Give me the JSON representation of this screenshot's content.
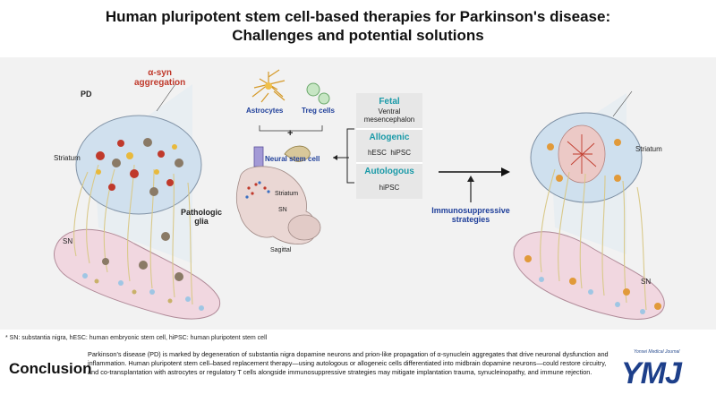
{
  "title": {
    "line1": "Human pluripotent stem cell-based therapies for Parkinson's disease:",
    "line2": "Challenges and potential solutions"
  },
  "diagram": {
    "pd_label": "PD",
    "alpha_syn": [
      "α-syn",
      "aggregation"
    ],
    "striatum_left": "Striatum",
    "pathologic_glia": [
      "Pathologic",
      "glia"
    ],
    "sn_left": "SN",
    "astrocytes": "Astrocytes",
    "treg": "Treg cells",
    "plus": "+",
    "neural_stem_cell": "Neural stem cell",
    "striatum_mid": "Striatum",
    "sn_mid": "SN",
    "sagittal": "Sagittal",
    "immuno": [
      "Immunosuppressive",
      "strategies"
    ],
    "striatum_right": "Striatum",
    "sn_right": "SN",
    "sources": {
      "fetal_head": "Fetal",
      "fetal_body": [
        "Ventral",
        "mesencephalon"
      ],
      "allogenic_head": "Allogenic",
      "allogenic_body": "hESC  hiPSC",
      "autologous_head": "Autologous",
      "autologous_body": "hiPSC"
    }
  },
  "colors": {
    "accent_red": "#c0392b",
    "accent_teal": "#1a9aa8",
    "accent_blue": "#1f3f9a",
    "striatum_fill": "#cfe0ee",
    "sn_fill": "#f1d7e0"
  },
  "footnote": "* SN: substantia nigra, hESC: human embryonic stem cell, hiPSC: human pluripotent stem cell",
  "conclusion": {
    "heading": "Conclusion",
    "text": "Parkinson's disease (PD) is marked by degeneration of substantia nigra dopamine neurons and prion-like propagation of α-synuclein aggregates that drive neuronal dysfunction and inflammation. Human pluripotent stem cell–based replacement therapy—using autologous or allogeneic cells differentiated into midbrain dopamine neurons—could restore circuitry, and co-transplantation with astrocytes or regulatory T cells alongside immunosuppressive strategies may mitigate implantation trauma, synucleinopathy, and immune rejection."
  },
  "journal": {
    "name": "Yonsei Medical Journal",
    "abbr": "YMJ"
  }
}
